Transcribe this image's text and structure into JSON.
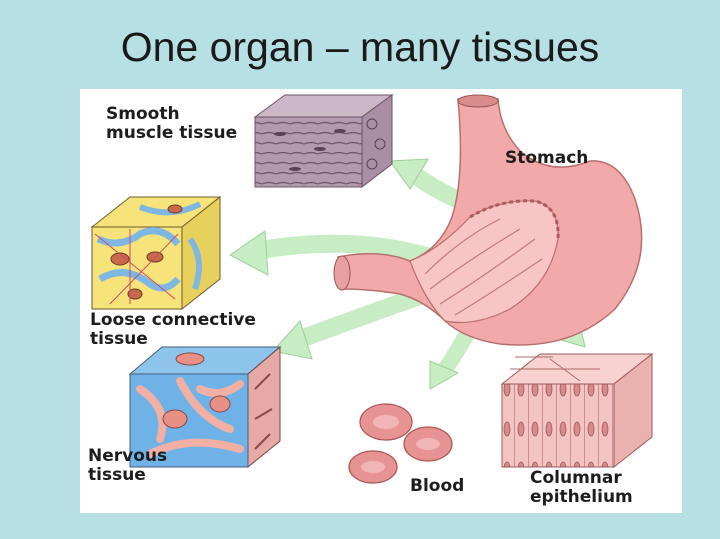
{
  "slide": {
    "title": "One organ – many tissues"
  },
  "diagram": {
    "organ_label": "Stomach",
    "tissues": [
      {
        "id": "smooth-muscle",
        "line1": "Smooth",
        "line2": "muscle tissue"
      },
      {
        "id": "loose-connective",
        "line1": "Loose connective",
        "line2": "tissue"
      },
      {
        "id": "nervous",
        "line1": "Nervous",
        "line2": "tissue"
      },
      {
        "id": "blood",
        "line1": "Blood",
        "line2": ""
      },
      {
        "id": "columnar-epithelium",
        "line1": "Columnar",
        "line2": "epithelium"
      }
    ],
    "colors": {
      "background": "#b7e0e4",
      "stomach": "#f2a9a9",
      "muscle": "#b49aae",
      "connective_yellow": "#f6e37a",
      "connective_blue": "#7fb7e3",
      "nervous_blue": "#6fb2e8",
      "blood": "#e89393",
      "epithelium": "#f4c4c2",
      "arrow": "#c8ecc4"
    }
  }
}
